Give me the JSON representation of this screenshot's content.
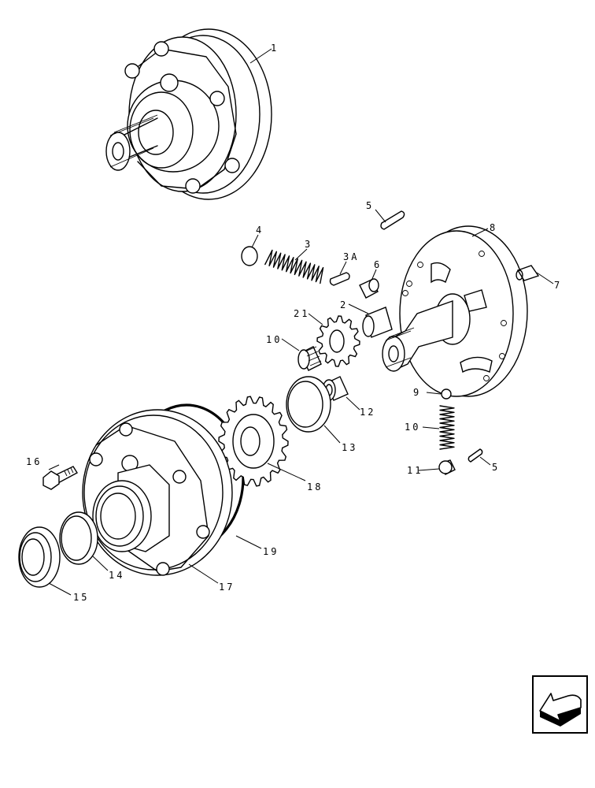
{
  "callouts": [
    {
      "id": "c1",
      "text": "1"
    },
    {
      "id": "c5a",
      "text": "5"
    },
    {
      "id": "c8",
      "text": "8"
    },
    {
      "id": "c4",
      "text": "4"
    },
    {
      "id": "c3",
      "text": "3"
    },
    {
      "id": "c3A",
      "text": "3A"
    },
    {
      "id": "c6",
      "text": "6"
    },
    {
      "id": "c7",
      "text": "7"
    },
    {
      "id": "c2",
      "text": "2"
    },
    {
      "id": "c21",
      "text": "21"
    },
    {
      "id": "c10a",
      "text": "10"
    },
    {
      "id": "c9",
      "text": "9"
    },
    {
      "id": "c12",
      "text": "12"
    },
    {
      "id": "c10b",
      "text": "10"
    },
    {
      "id": "c13",
      "text": "13"
    },
    {
      "id": "c11",
      "text": "11"
    },
    {
      "id": "c5b",
      "text": "5"
    },
    {
      "id": "c16",
      "text": "16"
    },
    {
      "id": "c18",
      "text": "18"
    },
    {
      "id": "c19",
      "text": "19"
    },
    {
      "id": "c14",
      "text": "14"
    },
    {
      "id": "c17",
      "text": "17"
    },
    {
      "id": "c15",
      "text": "15"
    }
  ],
  "nav_icon": "back-arrow-icon"
}
